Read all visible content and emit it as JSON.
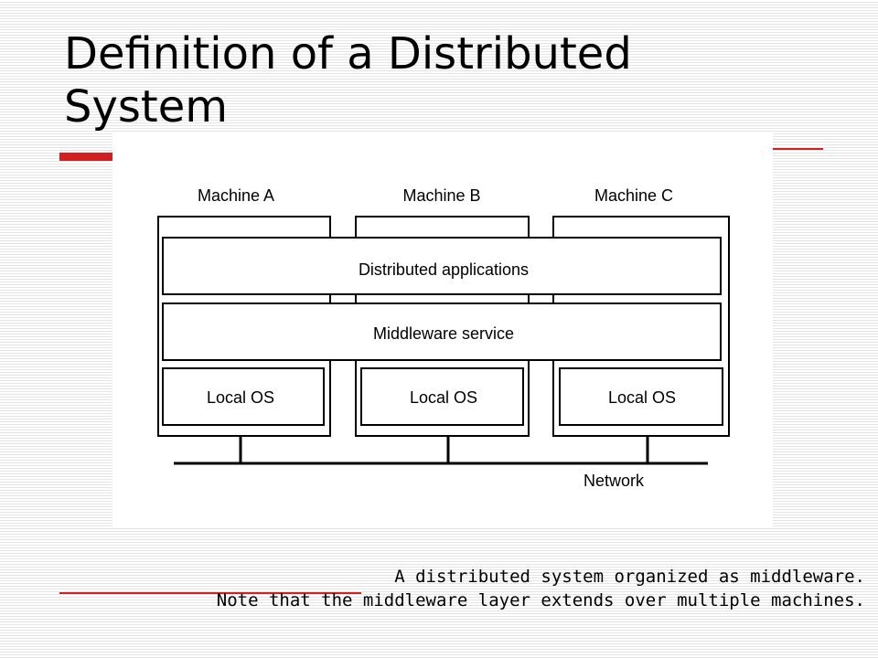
{
  "slide": {
    "title": "Definition of a Distributed System"
  },
  "diagram": {
    "machines": [
      "Machine A",
      "Machine B",
      "Machine C"
    ],
    "distributed_apps_label": "Distributed applications",
    "middleware_label": "Middleware service",
    "local_os_label": "Local OS",
    "network_label": "Network"
  },
  "caption": {
    "line1": "A distributed system organized as middleware.",
    "line2": "Note that the middleware layer extends over multiple machines."
  },
  "colors": {
    "accent": "#d21f1f"
  }
}
